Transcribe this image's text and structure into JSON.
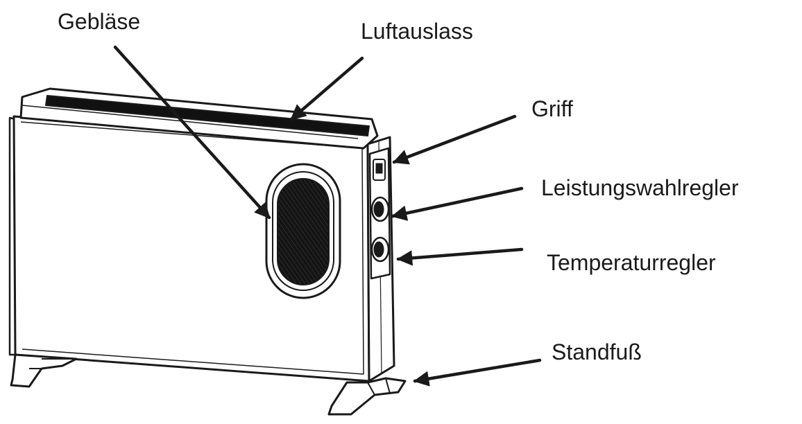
{
  "labels": {
    "fan": "Gebläse",
    "air_outlet": "Luftauslass",
    "handle": "Griff",
    "power_selector": "Leistungswahlregler",
    "thermostat": "Temperaturregler",
    "stand_foot": "Standfuß"
  },
  "colors": {
    "line": "#1a1a1a",
    "fill": "#ffffff",
    "dark": "#151515"
  }
}
